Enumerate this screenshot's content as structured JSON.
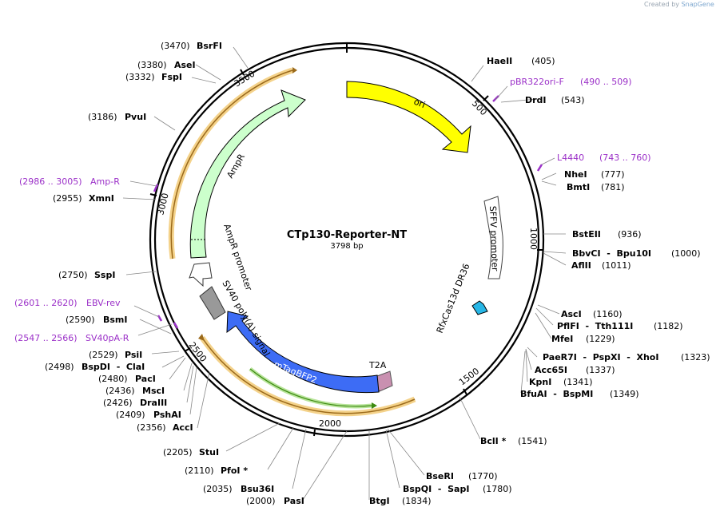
{
  "app": {
    "creator_prefix": "Created by",
    "creator_brand": "SnapGene"
  },
  "plasmid": {
    "name": "CTp130-Reporter-NT",
    "size_label": "3798 bp",
    "length": 3798
  },
  "ticks": [
    "500",
    "1000",
    "1500",
    "2000",
    "2500",
    "3000",
    "3500"
  ],
  "sites": [
    {
      "name": "HaeII",
      "pos": "(405)"
    },
    {
      "name": "DrdI",
      "pos": "(543)"
    },
    {
      "name": "NheI",
      "pos": "(777)"
    },
    {
      "name": "BmtI",
      "pos": "(781)"
    },
    {
      "name": "BstEII",
      "pos": "(936)"
    },
    {
      "name": "BbvCI  -  Bpu10I",
      "pos": "(1000)"
    },
    {
      "name": "AflII",
      "pos": "(1011)"
    },
    {
      "name": "AscI",
      "pos": "(1160)"
    },
    {
      "name": "PflFI  -  Tth111I",
      "pos": "(1182)"
    },
    {
      "name": "MfeI",
      "pos": "(1229)"
    },
    {
      "name": "PaeR7I  -  PspXI  -  XhoI",
      "pos": "(1323)"
    },
    {
      "name": "Acc65I",
      "pos": "(1337)"
    },
    {
      "name": "KpnI",
      "pos": "(1341)"
    },
    {
      "name": "BfuAI  -  BspMI",
      "pos": "(1349)"
    },
    {
      "name": "BclI *",
      "pos": "(1541)"
    },
    {
      "name": "BseRI",
      "pos": "(1770)"
    },
    {
      "name": "BspQI  -  SapI",
      "pos": "(1780)"
    },
    {
      "name": "BtgI",
      "pos": "(1834)"
    },
    {
      "name": "PasI",
      "pos": "(2000)"
    },
    {
      "name": "Bsu36I",
      "pos": "(2035)"
    },
    {
      "name": "PfoI *",
      "pos": "(2110)"
    },
    {
      "name": "StuI",
      "pos": "(2205)"
    },
    {
      "name": "AccI",
      "pos": "(2356)"
    },
    {
      "name": "PshAI",
      "pos": "(2409)"
    },
    {
      "name": "DraIII",
      "pos": "(2426)"
    },
    {
      "name": "MscI",
      "pos": "(2436)"
    },
    {
      "name": "PacI",
      "pos": "(2480)"
    },
    {
      "name": "BspDI  -  ClaI",
      "pos": "(2498)"
    },
    {
      "name": "PsiI",
      "pos": "(2529)"
    },
    {
      "name": "BsmI",
      "pos": "(2590)"
    },
    {
      "name": "SspI",
      "pos": "(2750)"
    },
    {
      "name": "XmnI",
      "pos": "(2955)"
    },
    {
      "name": "PvuI",
      "pos": "(3186)"
    },
    {
      "name": "FspI",
      "pos": "(3332)"
    },
    {
      "name": "AseI",
      "pos": "(3380)"
    },
    {
      "name": "BsrFI",
      "pos": "(3470)"
    }
  ],
  "primers": [
    {
      "name": "pBR322ori-F",
      "range": "(490 .. 509)"
    },
    {
      "name": "L4440",
      "range": "(743 .. 760)"
    },
    {
      "name": "EBV-rev",
      "range": "(2601 .. 2620)"
    },
    {
      "name": "SV40pA-R",
      "range": "(2547 .. 2566)"
    },
    {
      "name": "Amp-R",
      "range": "(2986 .. 3005)"
    }
  ],
  "features": [
    {
      "name": "ori",
      "color": "#ffff00"
    },
    {
      "name": "SFFV promoter",
      "color": "#ffffff"
    },
    {
      "name": "RfxCas13d DR36",
      "color": "#27b6e6"
    },
    {
      "name": "T2A",
      "color": "#c990b0"
    },
    {
      "name": "mTagBFP2",
      "color": "#3d6cf5"
    },
    {
      "name": "SV40 poly(A) signal",
      "color": "#999999"
    },
    {
      "name": "AmpR promoter",
      "color": "#ffffff"
    },
    {
      "name": "AmpR",
      "color": "#ccffcc"
    }
  ],
  "colors": {
    "orf_arc": "#f5a623",
    "orf_inner": "#7a5a1a",
    "green_arc": "#4caf20",
    "primer": "#9b30c8"
  }
}
